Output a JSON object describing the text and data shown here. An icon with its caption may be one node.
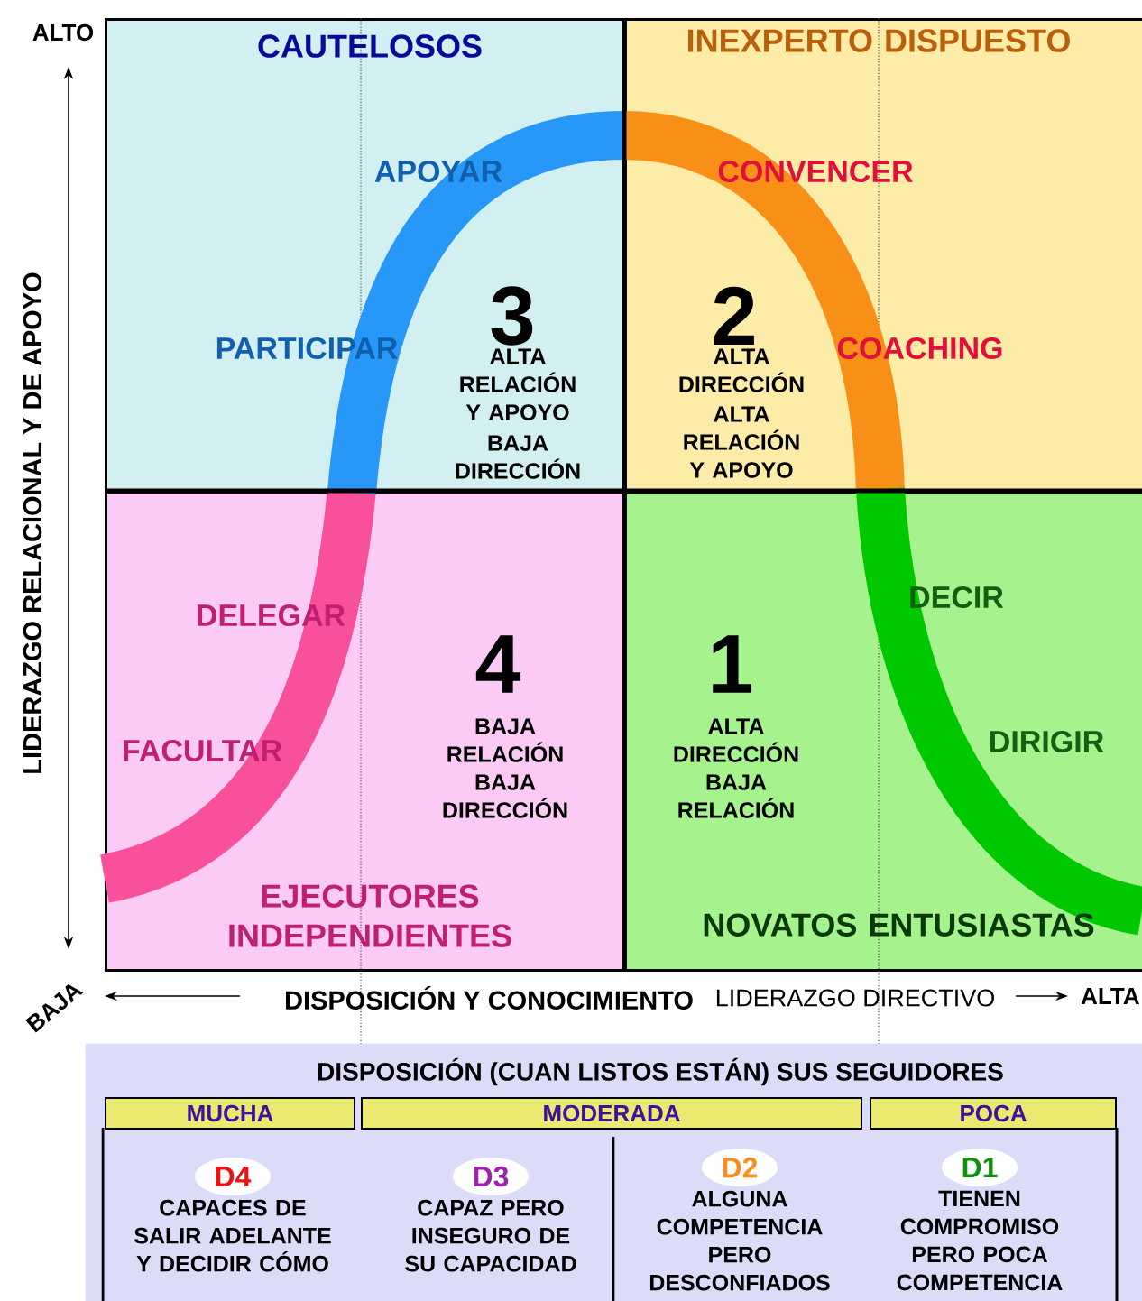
{
  "diagram": {
    "nodes": [
      {
        "text": [
          "CAUTELOSOS",
          "3",
          "ALTA RELACIÓN Y APOYO",
          "BAJA DIRECCIÓN"
        ]
      },
      {
        "text": [
          "INEXPERTO DISPUESTO",
          "2",
          "ALTA DIRECCIÓN",
          "ALTA RELACIÓN Y APOYO"
        ]
      },
      {
        "text": [
          "4",
          "BAJA RELACIÓN",
          "BAJA DIRECCIÓN",
          "EJECUTORES INDEPENDIENTES"
        ]
      },
      {
        "text": [
          "1",
          "ALTA DIRECCIÓN",
          "BAJA RELACIÓN",
          "NOVATOS ENTUSIASTAS"
        ]
      },
      {
        "text": [
          "DISPOSICIÓN (CUAN LISTOS ESTÁN) SUS SEGUIDORES"
        ]
      },
      {
        "text": [
          "MUCHA"
        ],
        "in": 4
      },
      {
        "text": [
          "MODERADA"
        ],
        "in": 4
      },
      {
        "text": [
          "POCA"
        ],
        "in": 4
      },
      {
        "text": [
          "D4"
        ],
        "in": 4,
        "beside": [
          "CAPACES DE SALIR ADELANTE Y DECIDIR CÓMO"
        ]
      },
      {
        "text": [
          "D3"
        ],
        "in": 4,
        "beside": [
          "CAPAZ PERO INSEGURO DE SU CAPACIDAD"
        ]
      },
      {
        "text": [
          "D2"
        ],
        "in": 4,
        "beside": [
          "ALGUNA COMPETENCIA PERO DESCONFIADOS"
        ]
      },
      {
        "text": [
          "D1"
        ],
        "in": 4,
        "beside": [
          "TIENEN COMPROMISO PERO POCA COMPETENCIA"
        ]
      }
    ],
    "labels": [
      "APOYAR",
      "CONVENCER",
      "PARTICIPAR",
      "COACHING",
      "DELEGAR",
      "DECIR",
      "FACULTAR",
      "DIRIGIR",
      "ALTO",
      "LIDERAZGO RELACIONAL Y DE APOYO",
      "BAJA",
      "DISPOSICIÓN Y CONOCIMIENTO",
      "LIDERAZGO DIRECTIVO",
      "ALTA"
    ]
  }
}
